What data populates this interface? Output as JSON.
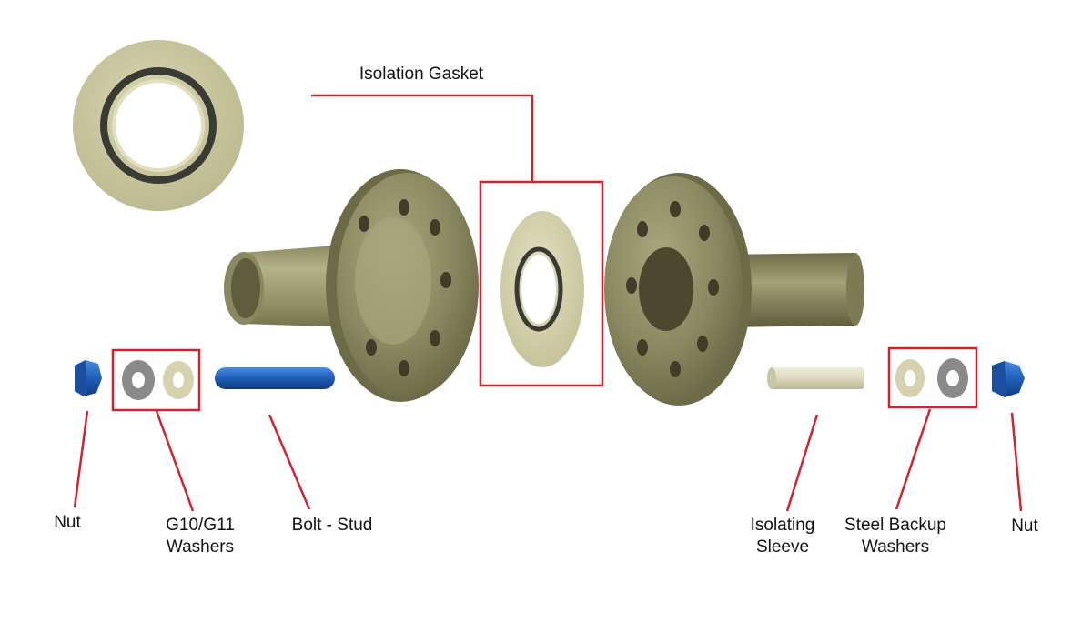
{
  "labels": {
    "isolation_gasket": "Isolation Gasket",
    "nut_left": "Nut",
    "g10_washers": "G10/G11\nWashers",
    "bolt_stud": "Bolt - Stud",
    "isolating_sleeve": "Isolating\nSleeve",
    "steel_backup_washers": "Steel Backup\nWashers",
    "nut_right": "Nut"
  },
  "colors": {
    "callout": "#d2232a",
    "flange": "#8c8a62",
    "gasket": "#d9d5b0",
    "seal_ring": "#3b3b36",
    "nut_bolt": "#1f5fb8",
    "steel_washer": "#8a8a8a",
    "g10_washer": "#d6d2ad",
    "sleeve": "#dedcc4"
  }
}
